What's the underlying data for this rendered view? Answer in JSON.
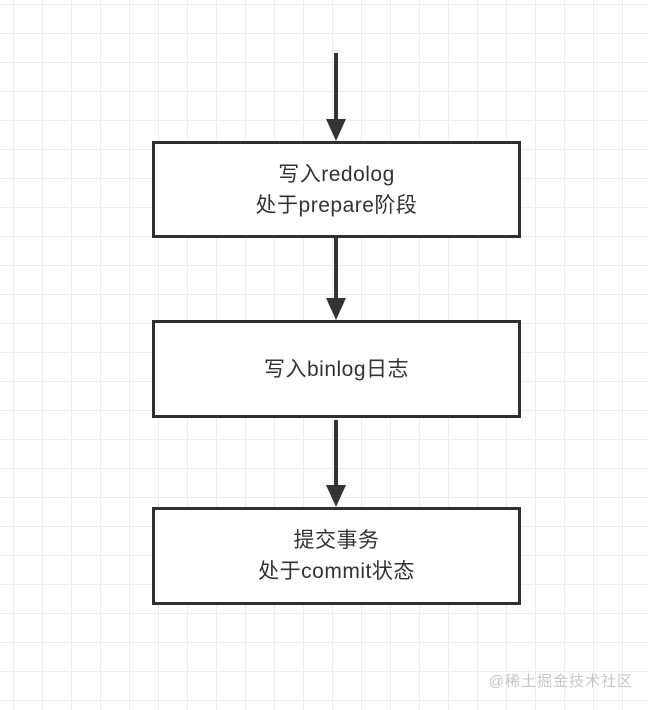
{
  "diagram": {
    "title_hint": "MySQL transaction two-phase commit flow",
    "nodes": [
      {
        "line1": "写入redolog",
        "line2": "处于prepare阶段"
      },
      {
        "line1": "写入binlog日志",
        "line2": ""
      },
      {
        "line1": "提交事务",
        "line2": "处于commit状态"
      }
    ],
    "watermark": "@稀土掘金技术社区",
    "colors": {
      "ink": "#333333",
      "node_border": "#2f2f2f",
      "node_background": "#ffffff",
      "grid_line": "#ededed",
      "canvas_background": "#ffffff",
      "watermark": "#c6c6c6"
    }
  }
}
